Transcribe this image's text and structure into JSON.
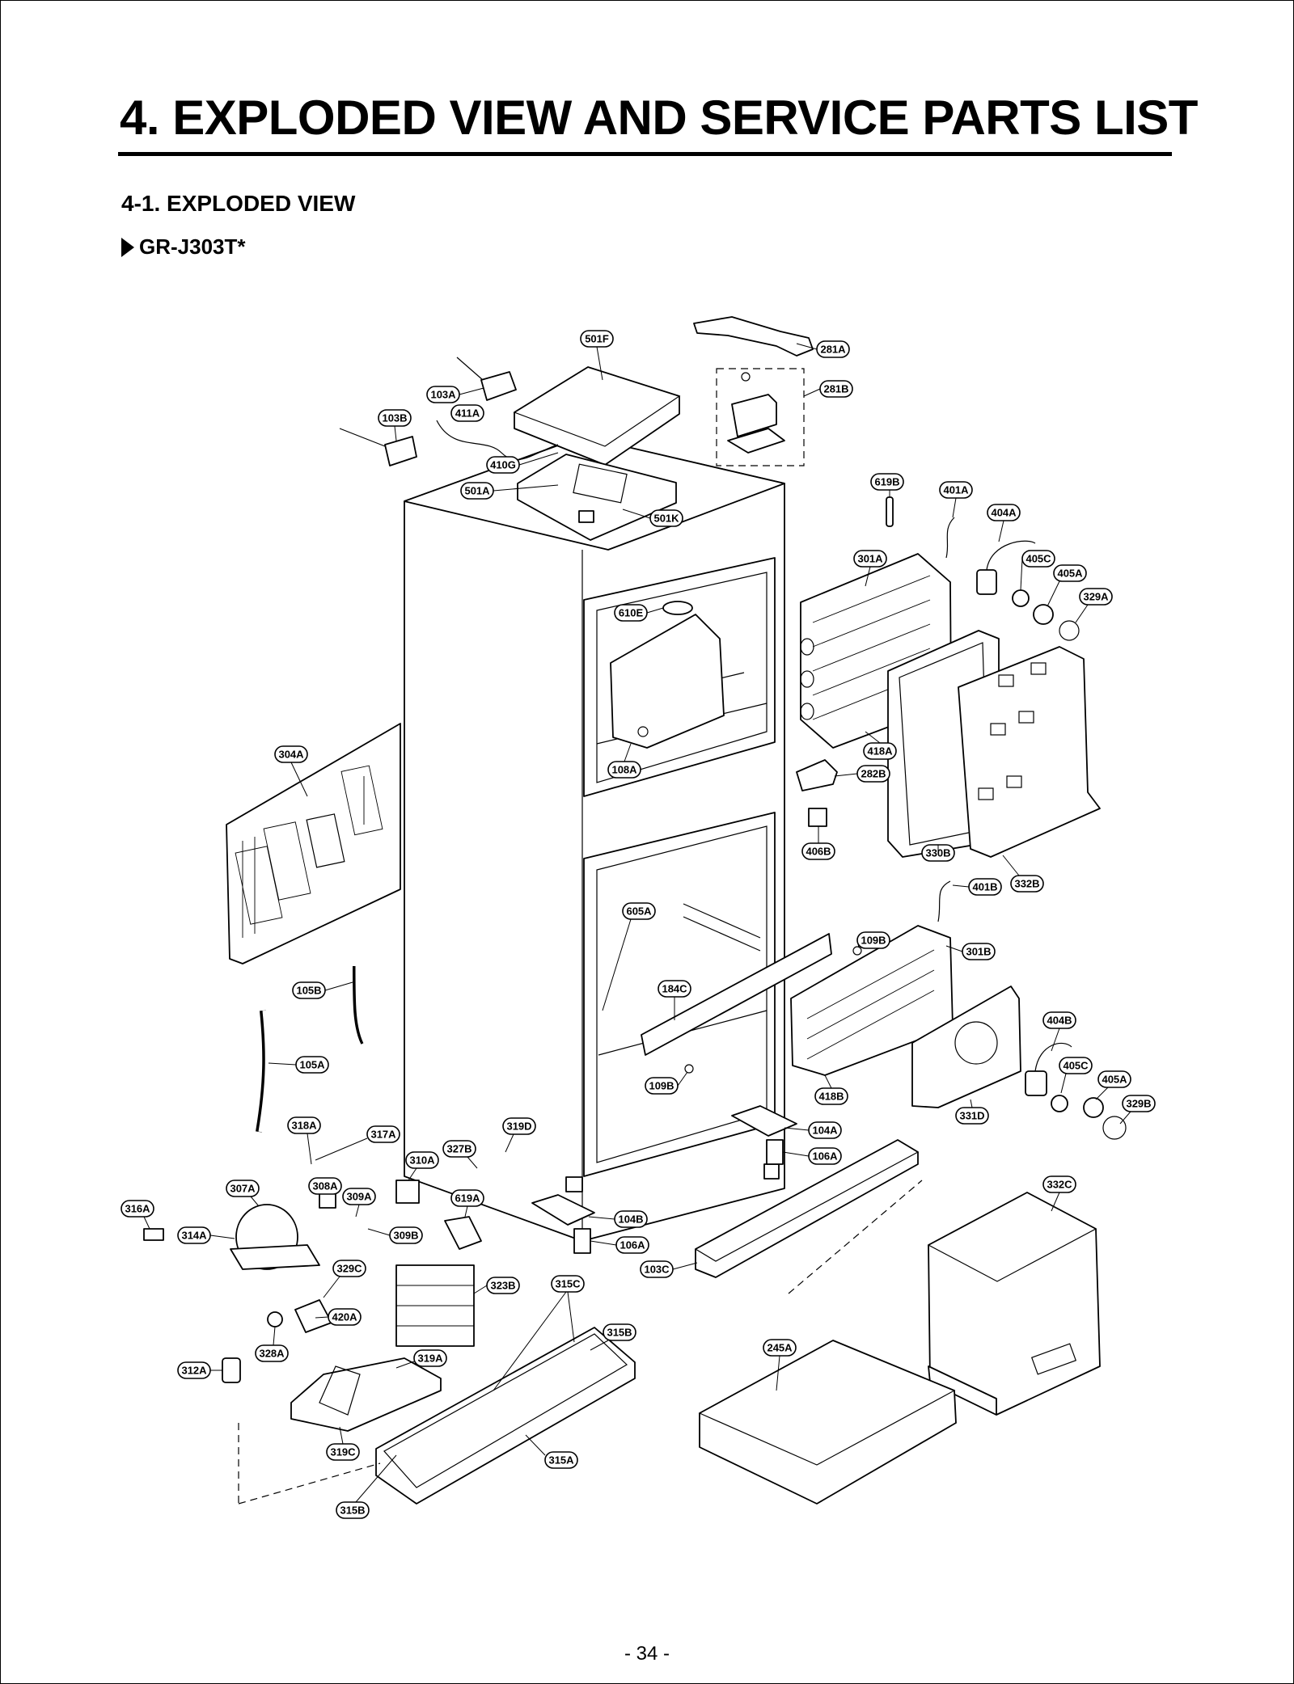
{
  "header": {
    "title": "4. EXPLODED VIEW AND SERVICE PARTS LIST",
    "section": "4-1. EXPLODED VIEW",
    "model": "GR-J303T*"
  },
  "footer": {
    "page_number": "- 34 -"
  },
  "callouts": [
    {
      "id": "c501F",
      "label": "501F"
    },
    {
      "id": "c281A",
      "label": "281A"
    },
    {
      "id": "c281B",
      "label": "281B"
    },
    {
      "id": "c103A",
      "label": "103A"
    },
    {
      "id": "c411A",
      "label": "411A"
    },
    {
      "id": "c103B",
      "label": "103B"
    },
    {
      "id": "c410G",
      "label": "410G"
    },
    {
      "id": "c501A",
      "label": "501A"
    },
    {
      "id": "c501K",
      "label": "501K"
    },
    {
      "id": "c619B",
      "label": "619B"
    },
    {
      "id": "c401A",
      "label": "401A"
    },
    {
      "id": "c404A",
      "label": "404A"
    },
    {
      "id": "c301A",
      "label": "301A"
    },
    {
      "id": "c405C",
      "label": "405C"
    },
    {
      "id": "c405A",
      "label": "405A"
    },
    {
      "id": "c329A",
      "label": "329A"
    },
    {
      "id": "c610E",
      "label": "610E"
    },
    {
      "id": "c304A",
      "label": "304A"
    },
    {
      "id": "c418A",
      "label": "418A"
    },
    {
      "id": "c108A",
      "label": "108A"
    },
    {
      "id": "c282B",
      "label": "282B"
    },
    {
      "id": "c406B",
      "label": "406B"
    },
    {
      "id": "c330B",
      "label": "330B"
    },
    {
      "id": "c332B",
      "label": "332B"
    },
    {
      "id": "c401B",
      "label": "401B"
    },
    {
      "id": "c605A",
      "label": "605A"
    },
    {
      "id": "c109B_top",
      "label": "109B"
    },
    {
      "id": "c301B",
      "label": "301B"
    },
    {
      "id": "c105B",
      "label": "105B"
    },
    {
      "id": "c184C",
      "label": "184C"
    },
    {
      "id": "c404B",
      "label": "404B"
    },
    {
      "id": "c105A",
      "label": "105A"
    },
    {
      "id": "c405C_2",
      "label": "405C"
    },
    {
      "id": "c405A_2",
      "label": "405A"
    },
    {
      "id": "c109B_bot",
      "label": "109B"
    },
    {
      "id": "c418B",
      "label": "418B"
    },
    {
      "id": "c329B",
      "label": "329B"
    },
    {
      "id": "c331D",
      "label": "331D"
    },
    {
      "id": "c318A",
      "label": "318A"
    },
    {
      "id": "c319D",
      "label": "319D"
    },
    {
      "id": "c104A",
      "label": "104A"
    },
    {
      "id": "c317A",
      "label": "317A"
    },
    {
      "id": "c327B",
      "label": "327B"
    },
    {
      "id": "c310A",
      "label": "310A"
    },
    {
      "id": "c106A",
      "label": "106A"
    },
    {
      "id": "c307A",
      "label": "307A"
    },
    {
      "id": "c308A",
      "label": "308A"
    },
    {
      "id": "c309A",
      "label": "309A"
    },
    {
      "id": "c619A",
      "label": "619A"
    },
    {
      "id": "c332C",
      "label": "332C"
    },
    {
      "id": "c316A",
      "label": "316A"
    },
    {
      "id": "c104B",
      "label": "104B"
    },
    {
      "id": "c314A",
      "label": "314A"
    },
    {
      "id": "c309B",
      "label": "309B"
    },
    {
      "id": "c106A_2",
      "label": "106A"
    },
    {
      "id": "c329C",
      "label": "329C"
    },
    {
      "id": "c103C",
      "label": "103C"
    },
    {
      "id": "c323B",
      "label": "323B"
    },
    {
      "id": "c315C",
      "label": "315C"
    },
    {
      "id": "c420A",
      "label": "420A"
    },
    {
      "id": "c315B",
      "label": "315B"
    },
    {
      "id": "c328A",
      "label": "328A"
    },
    {
      "id": "c245A",
      "label": "245A"
    },
    {
      "id": "c319A",
      "label": "319A"
    },
    {
      "id": "c312A",
      "label": "312A"
    },
    {
      "id": "c319C",
      "label": "319C"
    },
    {
      "id": "c315A",
      "label": "315A"
    },
    {
      "id": "c315B_2",
      "label": "315B"
    }
  ]
}
